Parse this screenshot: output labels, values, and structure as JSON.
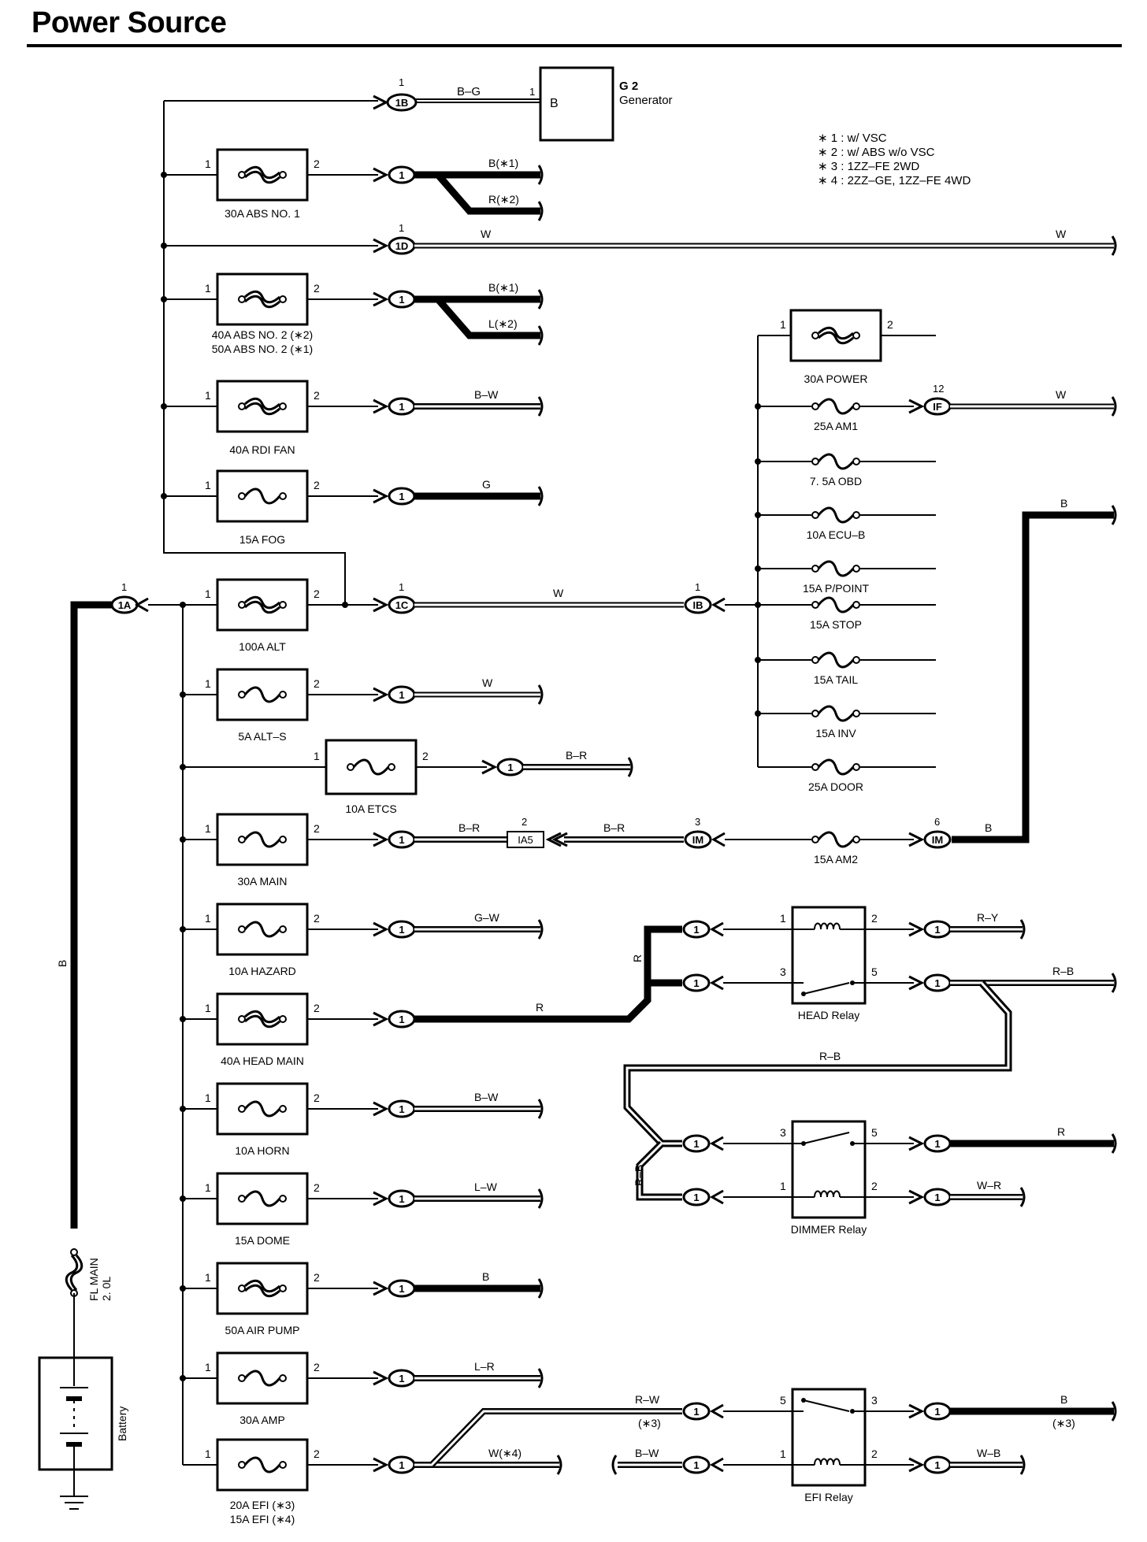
{
  "page": {
    "title": "Power Source"
  },
  "notes": [
    "∗ 1 : w/ VSC",
    "∗ 2 : w/ ABS w/o VSC",
    "∗ 3 : 1ZZ–FE 2WD",
    "∗ 4 : 2ZZ–GE,  1ZZ–FE 4WD"
  ],
  "generator": {
    "code": "G 2",
    "name": "Generator",
    "terminal": "B",
    "pin": "1",
    "connector": "1B",
    "wire": "B–G"
  },
  "battery": {
    "label": "Battery"
  },
  "main_fusible_link": {
    "label1": "FL MAIN",
    "label2": "2. 0L"
  },
  "main_wire": {
    "connector": "1A",
    "pin": "1",
    "color": "B"
  },
  "left_fuses": [
    {
      "label": "30A ABS NO. 1",
      "conn": "1",
      "wires": [
        "B(∗1)",
        "R(∗2)"
      ]
    },
    {
      "conn": "1D",
      "pin": "1",
      "wire": "W",
      "wire2": "W"
    },
    {
      "label": "40A ABS NO. 2 (∗2)",
      "label2": "50A ABS NO. 2 (∗1)",
      "conn": "1",
      "wires": [
        "B(∗1)",
        "L(∗2)"
      ]
    },
    {
      "label": "40A RDI FAN",
      "conn": "1",
      "wire": "B–W"
    },
    {
      "label": "15A FOG",
      "conn": "1",
      "wire": "G"
    }
  ],
  "alt_fuse": {
    "label": "100A ALT",
    "conn": "1C",
    "pin": "1",
    "wire": "W",
    "dest": "IB",
    "dest_pin": "1"
  },
  "lower_fuses": [
    {
      "label": "5A ALT–S",
      "conn": "1",
      "wire": "W"
    },
    {
      "label": "10A ETCS",
      "conn": "1",
      "wire": "B–R"
    },
    {
      "label": "30A MAIN",
      "conn": "1",
      "wire": "B–R",
      "mid": "IA5",
      "mid_pin": "2",
      "wire2": "B–R",
      "dest": "IM",
      "dest_pin": "3"
    },
    {
      "label": "10A HAZARD",
      "conn": "1",
      "wire": "G–W"
    },
    {
      "label": "40A HEAD MAIN",
      "conn": "1",
      "wire": "R"
    },
    {
      "label": "10A HORN",
      "conn": "1",
      "wire": "B–W"
    },
    {
      "label": "15A DOME",
      "conn": "1",
      "wire": "L–W"
    },
    {
      "label": "50A AIR PUMP",
      "conn": "1",
      "wire": "B"
    },
    {
      "label": "30A AMP",
      "conn": "1",
      "wire": "L–R"
    },
    {
      "label": "20A EFI (∗3)",
      "label2": "15A EFI (∗4)",
      "conn": "1",
      "wire": "W(∗4)"
    }
  ],
  "right_block": {
    "power_fuse": "30A POWER",
    "fuses": [
      "25A AM1",
      "7. 5A OBD",
      "10A ECU–B",
      "15A P/POINT",
      "15A STOP",
      "15A TAIL",
      "15A INV",
      "25A DOOR"
    ],
    "am1_conn": "IF",
    "am1_pin": "12",
    "am1_wire": "W",
    "am1_wire2": "W",
    "am2": "15A AM2",
    "am2_conn": "IM",
    "am2_pin": "6",
    "am2_wire": "B",
    "am2_wire_top": "B"
  },
  "head_relay": {
    "label": "HEAD Relay",
    "in_wire": "R",
    "out1": "R–Y",
    "out2": "R–B",
    "link_wire": "R–B"
  },
  "dimmer_relay": {
    "label": "DIMMER Relay",
    "in_wire": "R–B",
    "out1": "R",
    "out2": "W–R"
  },
  "efi_relay": {
    "label": "EFI Relay",
    "in1": "R–W",
    "in1_note": "(∗3)",
    "in2": "B–W",
    "out1": "B",
    "out1_note": "(∗3)",
    "out2": "W–B"
  },
  "pins": {
    "p1": "1",
    "p2": "2",
    "p3": "3",
    "p5": "5"
  }
}
